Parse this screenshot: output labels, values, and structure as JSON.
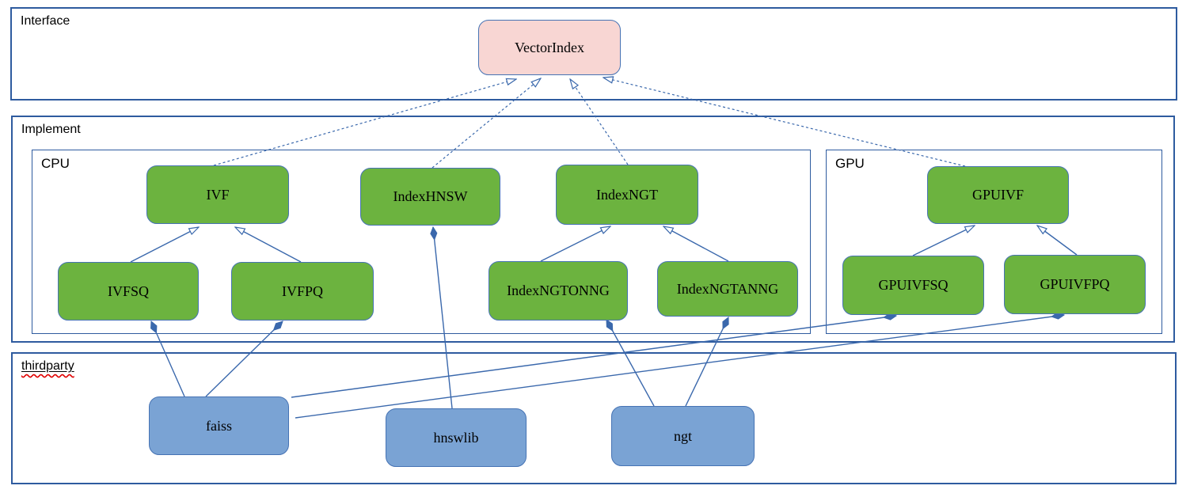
{
  "diagram": {
    "type": "uml-class-diagram",
    "sections": {
      "interface": {
        "label": "Interface"
      },
      "implement": {
        "label": "Implement"
      },
      "cpu": {
        "label": "CPU"
      },
      "gpu": {
        "label": "GPU"
      },
      "thirdparty": {
        "label": "thirdparty",
        "spellcheck_underline": true
      }
    },
    "nodes": {
      "vectorindex": {
        "label": "VectorIndex",
        "kind": "interface"
      },
      "ivf": {
        "label": "IVF",
        "kind": "cpu-class"
      },
      "indexhnsw": {
        "label": "IndexHNSW",
        "kind": "cpu-class"
      },
      "indexngt": {
        "label": "IndexNGT",
        "kind": "cpu-class"
      },
      "gpuivf": {
        "label": "GPUIVF",
        "kind": "gpu-class"
      },
      "ivfsq": {
        "label": "IVFSQ",
        "kind": "cpu-class"
      },
      "ivfpq": {
        "label": "IVFPQ",
        "kind": "cpu-class"
      },
      "indexngtonng": {
        "label": "IndexNGTONNG",
        "kind": "cpu-class"
      },
      "indexngtanng": {
        "label": "IndexNGTANNG",
        "kind": "cpu-class"
      },
      "gpuivfsq": {
        "label": "GPUIVFSQ",
        "kind": "gpu-class"
      },
      "gpuivfpq": {
        "label": "GPUIVFPQ",
        "kind": "gpu-class"
      },
      "faiss": {
        "label": "faiss",
        "kind": "thirdparty-lib"
      },
      "hnswlib": {
        "label": "hnswlib",
        "kind": "thirdparty-lib"
      },
      "ngt": {
        "label": "ngt",
        "kind": "thirdparty-lib"
      }
    },
    "relations": [
      {
        "from": "ivf",
        "to": "vectorindex",
        "type": "realization"
      },
      {
        "from": "indexhnsw",
        "to": "vectorindex",
        "type": "realization"
      },
      {
        "from": "indexngt",
        "to": "vectorindex",
        "type": "realization"
      },
      {
        "from": "gpuivf",
        "to": "vectorindex",
        "type": "realization"
      },
      {
        "from": "ivfsq",
        "to": "ivf",
        "type": "inheritance"
      },
      {
        "from": "ivfpq",
        "to": "ivf",
        "type": "inheritance"
      },
      {
        "from": "indexngtonng",
        "to": "indexngt",
        "type": "inheritance"
      },
      {
        "from": "indexngtanng",
        "to": "indexngt",
        "type": "inheritance"
      },
      {
        "from": "gpuivfsq",
        "to": "gpuivf",
        "type": "inheritance"
      },
      {
        "from": "gpuivfpq",
        "to": "gpuivf",
        "type": "inheritance"
      },
      {
        "from": "hnswlib",
        "to": "indexhnsw",
        "type": "composition"
      },
      {
        "from": "faiss",
        "to": "ivfsq",
        "type": "composition"
      },
      {
        "from": "faiss",
        "to": "ivfpq",
        "type": "composition"
      },
      {
        "from": "ngt",
        "to": "indexngtonng",
        "type": "composition"
      },
      {
        "from": "ngt",
        "to": "indexngtanng",
        "type": "composition"
      },
      {
        "from": "faiss",
        "to": "gpuivfsq",
        "type": "composition"
      },
      {
        "from": "faiss",
        "to": "gpuivfpq",
        "type": "composition"
      }
    ],
    "colors": {
      "interface_fill": "#f8d6d3",
      "class_fill": "#6cb33f",
      "library_fill": "#7aa3d4",
      "node_border": "#4673b4",
      "section_border": "#2e5b9f",
      "connector": "#3a68ac",
      "spellcheck": "#e00000",
      "text": "#000000"
    }
  }
}
